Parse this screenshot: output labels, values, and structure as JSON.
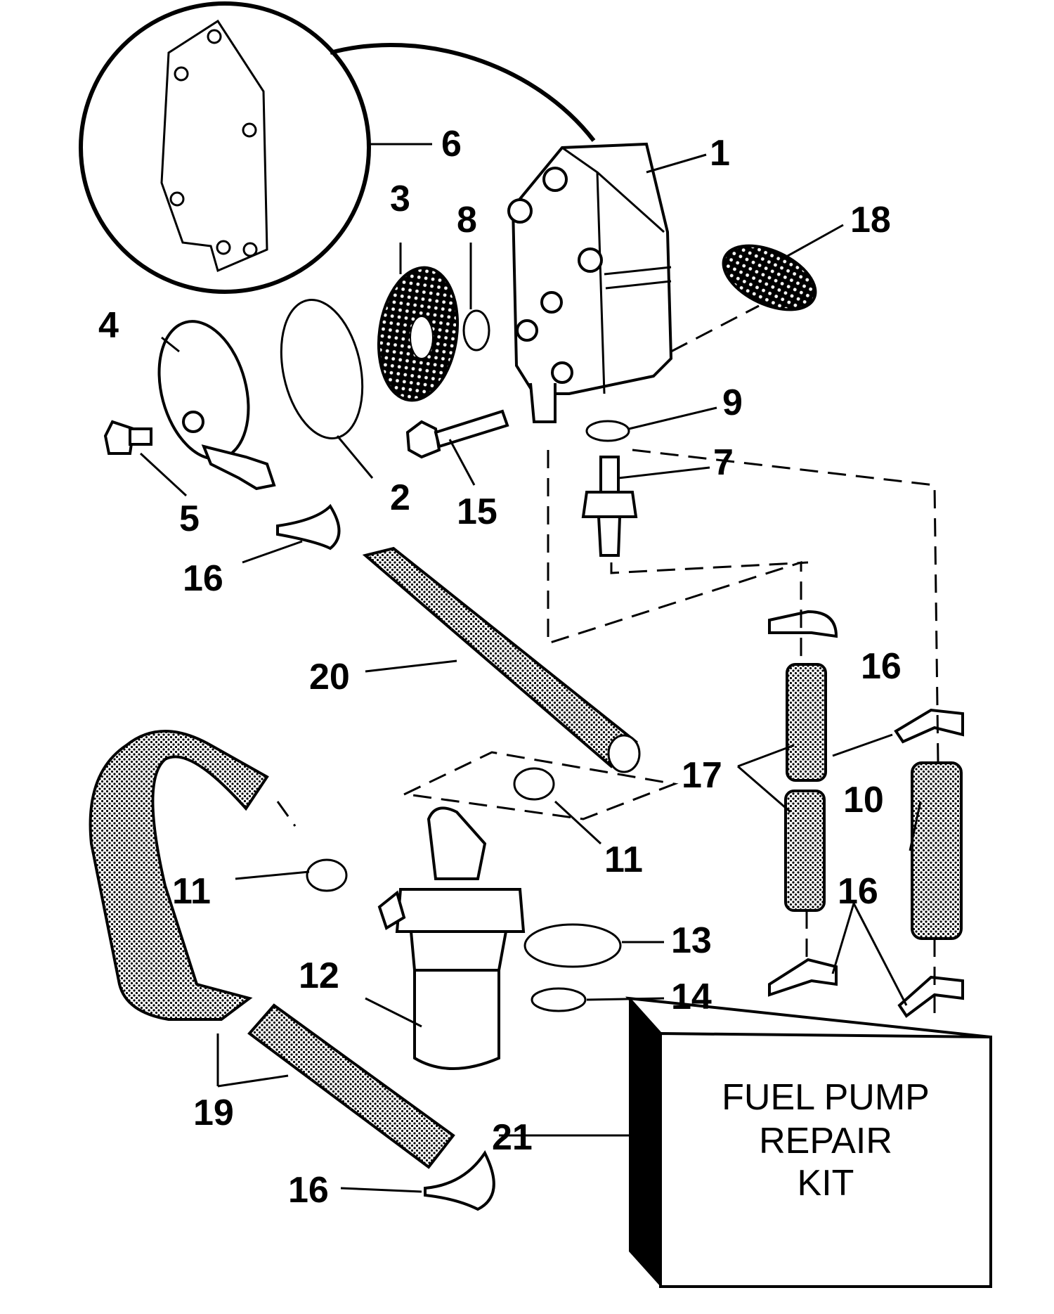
{
  "callouts": {
    "c1": "1",
    "c2": "2",
    "c3": "3",
    "c4": "4",
    "c5": "5",
    "c6": "6",
    "c7": "7",
    "c8": "8",
    "c9": "9",
    "c10": "10",
    "c11a": "11",
    "c11b": "11",
    "c12": "12",
    "c13": "13",
    "c14": "14",
    "c15": "15",
    "c16a": "16",
    "c16b": "16",
    "c16c": "16",
    "c16d": "16",
    "c17": "17",
    "c18": "18",
    "c19": "19",
    "c20": "20",
    "c21": "21"
  },
  "kit_box": {
    "line1": "FUEL PUMP",
    "line2": "REPAIR",
    "line3": "KIT"
  }
}
